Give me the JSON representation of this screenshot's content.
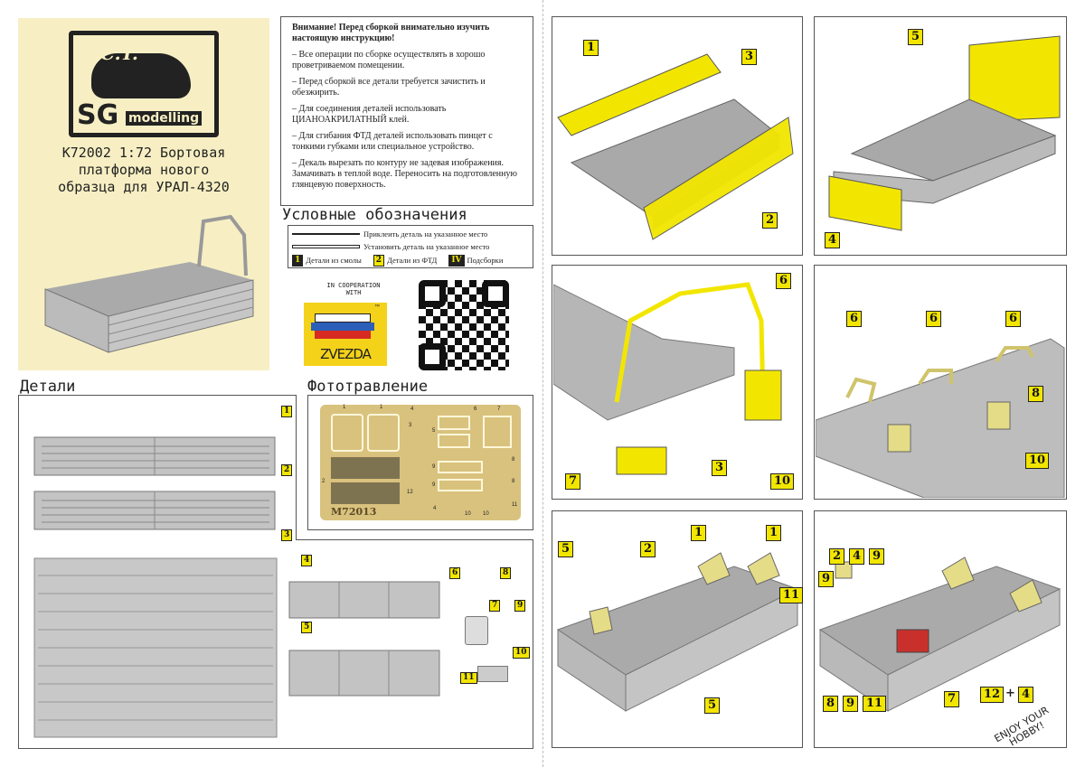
{
  "title": {
    "line1": "К72002 1:72 Бортовая",
    "line2": "платформа нового",
    "line3": "образца для УРАЛ-4320"
  },
  "logo": {
    "brand": "SG",
    "sub": "modelling",
    "mono": "C.T."
  },
  "instructions": [
    "Внимание! Перед сборкой внимательно изучить настоящую инструкцию!",
    "– Все операции по сборке осуществлять в хорошо проветриваемом помещении.",
    "– Перед сборкой все детали требуется зачистить и обезжирить.",
    "– Для соединения деталей использовать ЦИАНОАКРИЛАТНЫЙ клей.",
    "– Для сгибания ФТД деталей использовать пинцет с тонкими губками или специальное устройство.",
    "– Декаль вырезать по контуру не задевая изображения. Замачивать в теплой воде. Переносить на подготовленную глянцевую поверхность."
  ],
  "legend": {
    "title": "Условные обозначения",
    "glue": "Приклеить деталь на указанное место",
    "install": "Установить деталь на указанное место",
    "resin_badge": "1",
    "resin": "Детали из смолы",
    "pe_badge": "2",
    "pe": "Детали из ФТД",
    "sub_badge": "IV",
    "sub": "Подсборки"
  },
  "coop": {
    "text1": "IN COOPERATION",
    "text2": "WITH",
    "brand": "ZVEZDA",
    "tm": "™"
  },
  "parts": {
    "title": "Детали",
    "badges": [
      "1",
      "2",
      "3",
      "4",
      "5",
      "6",
      "7",
      "8",
      "9",
      "10",
      "11"
    ]
  },
  "pe_fret": {
    "title": "Фототравление",
    "code": "M72013",
    "labels": [
      "1",
      "1",
      "2",
      "3",
      "4",
      "4",
      "5",
      "6",
      "7",
      "8",
      "8",
      "9",
      "9",
      "10",
      "10",
      "11",
      "12"
    ]
  },
  "steps": [
    {
      "badges": [
        "1",
        "3",
        "2"
      ]
    },
    {
      "badges": [
        "5",
        "4"
      ]
    },
    {
      "badges": [
        "6",
        "7",
        "3",
        "10"
      ]
    },
    {
      "badges": [
        "6",
        "6",
        "6",
        "8",
        "10"
      ]
    },
    {
      "badges": [
        "5",
        "2",
        "1",
        "1",
        "11",
        "5"
      ]
    },
    {
      "badges": [
        "2",
        "4",
        "9",
        "9",
        "8",
        "9",
        "11",
        "7",
        "12",
        "4"
      ],
      "plus": "+"
    }
  ],
  "footer": {
    "enjoy1": "ENJOY YOUR",
    "enjoy2": "HOBBY!"
  },
  "colors": {
    "resin": "#f2e600",
    "logo_bg": "#f7efc3",
    "fret": "#d9c27e",
    "model": "#b9b9b9"
  }
}
